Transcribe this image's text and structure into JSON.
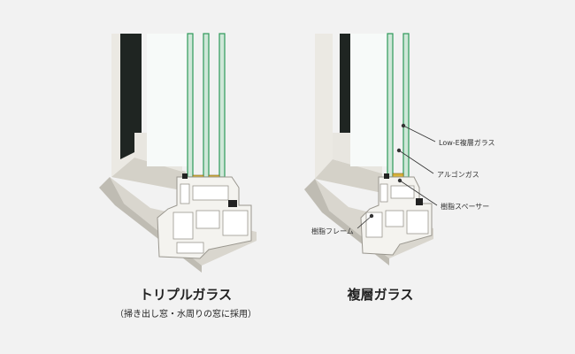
{
  "left": {
    "title": "トリプルガラス",
    "subtitle": "（掃き出し窓・水周りの窓に採用）"
  },
  "right": {
    "title": "複層ガラス",
    "annotations": {
      "lowe": "Low-E複層ガラス",
      "argon": "アルゴンガス",
      "spacer": "樹脂スペーサー",
      "frame": "樹脂フレーム"
    }
  },
  "colors": {
    "background": "#f2f2f2",
    "frame": "#e4e2dc",
    "frame_shade": "#c9c6bd",
    "glass_edge": "#2f9a5a",
    "spacer": "#d8b23a",
    "seal": "#222222"
  }
}
